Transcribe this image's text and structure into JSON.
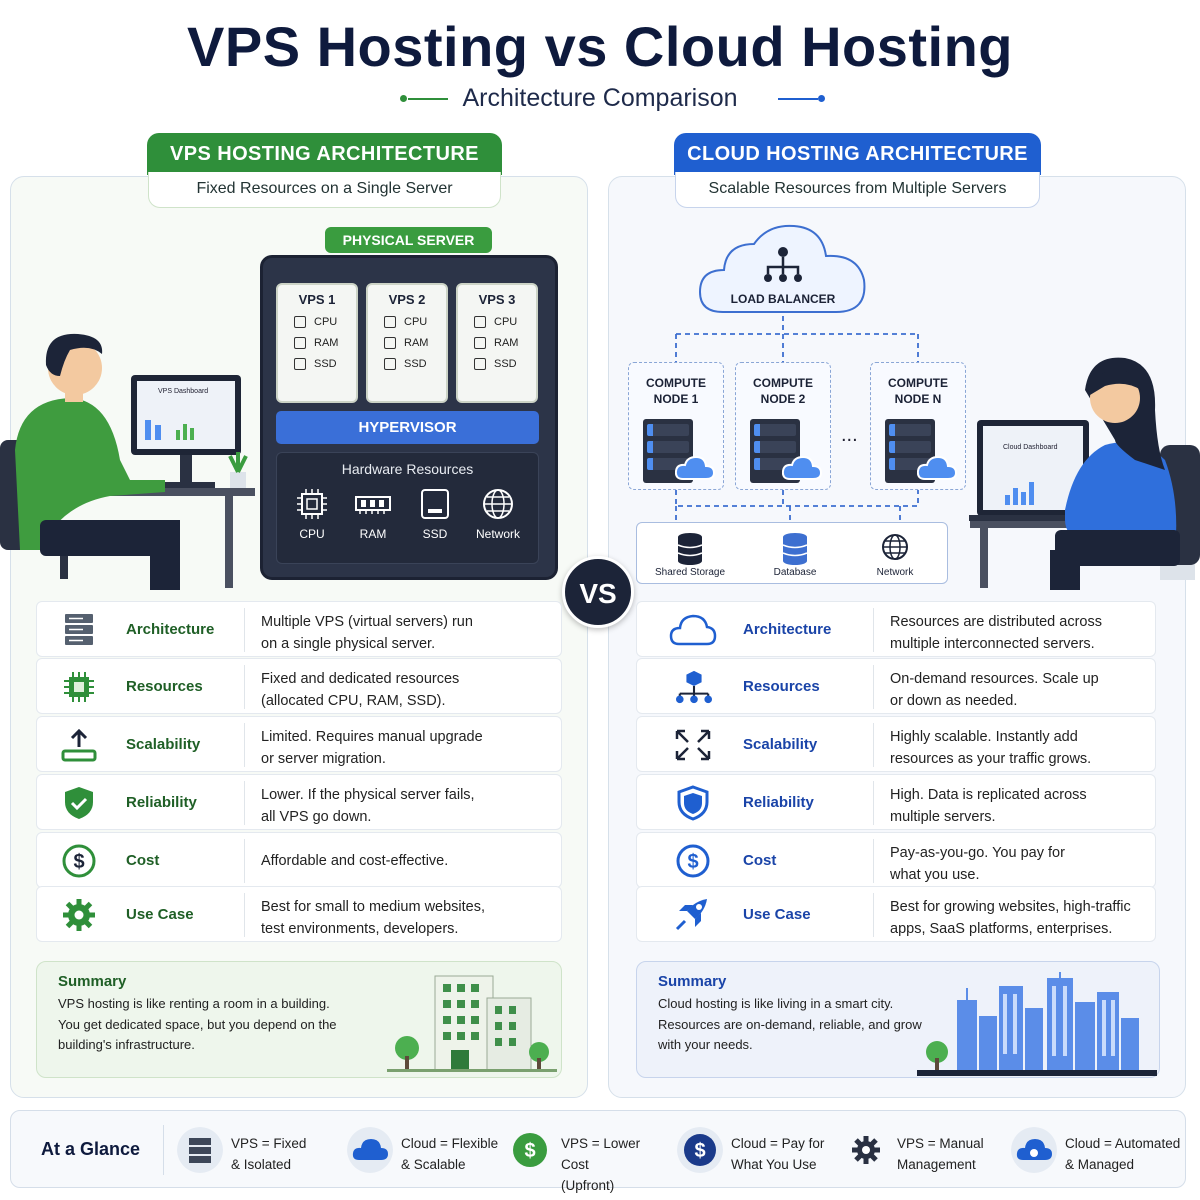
{
  "title": "VPS Hosting vs Cloud Hosting",
  "subtitle": "Architecture Comparison",
  "colors": {
    "green": "#2f8f3a",
    "blue": "#1f5fd0",
    "navy": "#0e1a3d"
  },
  "vps": {
    "header": "VPS HOSTING ARCHITECTURE",
    "subheader": "Fixed Resources on a Single Server",
    "server_label": "PHYSICAL SERVER",
    "vps_boxes": [
      {
        "name": "VPS 1",
        "items": [
          "CPU",
          "RAM",
          "SSD"
        ]
      },
      {
        "name": "VPS 2",
        "items": [
          "CPU",
          "RAM",
          "SSD"
        ]
      },
      {
        "name": "VPS 3",
        "items": [
          "CPU",
          "RAM",
          "SSD"
        ]
      }
    ],
    "hypervisor": "HYPERVISOR",
    "hardware_title": "Hardware Resources",
    "hardware": [
      "CPU",
      "RAM",
      "SSD",
      "Network"
    ],
    "dashboard_label": "VPS Dashboard",
    "rows": [
      {
        "icon": "server-icon",
        "label": "Architecture",
        "desc1": "Multiple VPS (virtual servers) run",
        "desc2": "on a single physical server."
      },
      {
        "icon": "chip-icon",
        "label": "Resources",
        "desc1": "Fixed and dedicated resources",
        "desc2": "(allocated CPU, RAM, SSD)."
      },
      {
        "icon": "upload-icon",
        "label": "Scalability",
        "desc1": "Limited. Requires manual upgrade",
        "desc2": "or server migration."
      },
      {
        "icon": "shield-icon",
        "label": "Reliability",
        "desc1": "Lower. If the physical server fails,",
        "desc2": "all VPS go down."
      },
      {
        "icon": "dollar-icon",
        "label": "Cost",
        "desc1": "Affordable and cost-effective.",
        "desc2": ""
      },
      {
        "icon": "gear-icon",
        "label": "Use Case",
        "desc1": "Best for small to medium websites,",
        "desc2": "test environments, developers."
      }
    ],
    "summary_title": "Summary",
    "summary_lines": [
      "VPS hosting is like renting a room in a building.",
      "You get dedicated space, but you depend on the",
      "building's infrastructure."
    ]
  },
  "cloud": {
    "header": "CLOUD HOSTING ARCHITECTURE",
    "subheader": "Scalable Resources from Multiple Servers",
    "load_balancer": "LOAD BALANCER",
    "nodes": [
      {
        "line1": "COMPUTE",
        "line2": "NODE 1"
      },
      {
        "line1": "COMPUTE",
        "line2": "NODE 2"
      },
      {
        "line1": "COMPUTE",
        "line2": "NODE N"
      }
    ],
    "ellipsis": "...",
    "storage": [
      "Shared Storage",
      "Database",
      "Network"
    ],
    "dashboard_label": "Cloud Dashboard",
    "rows": [
      {
        "icon": "cloud-icon",
        "label": "Architecture",
        "desc1": "Resources are distributed across",
        "desc2": "multiple interconnected servers."
      },
      {
        "icon": "network-cube-icon",
        "label": "Resources",
        "desc1": "On-demand resources. Scale up",
        "desc2": "or down as needed."
      },
      {
        "icon": "expand-icon",
        "label": "Scalability",
        "desc1": "Highly scalable. Instantly add",
        "desc2": "resources as your traffic grows."
      },
      {
        "icon": "shield-icon",
        "label": "Reliability",
        "desc1": "High. Data is replicated across",
        "desc2": "multiple servers."
      },
      {
        "icon": "dollar-icon",
        "label": "Cost",
        "desc1": "Pay-as-you-go. You pay for",
        "desc2": "what you use."
      },
      {
        "icon": "rocket-icon",
        "label": "Use Case",
        "desc1": "Best for growing websites, high-traffic",
        "desc2": "apps, SaaS platforms, enterprises."
      }
    ],
    "summary_title": "Summary",
    "summary_lines": [
      "Cloud hosting is like living in a smart city.",
      "Resources are on-demand, reliable, and grow",
      "with your needs."
    ]
  },
  "vs_label": "VS",
  "glance": {
    "title": "At a Glance",
    "items": [
      {
        "icon": "server-icon",
        "l1": "VPS = Fixed",
        "l2": "& Isolated"
      },
      {
        "icon": "cloud-icon",
        "l1": "Cloud = Flexible",
        "l2": "& Scalable"
      },
      {
        "icon": "dollar-icon",
        "l1": "VPS = Lower Cost",
        "l2": "(Upfront)"
      },
      {
        "icon": "dollar-icon",
        "l1": "Cloud = Pay for",
        "l2": "What You Use"
      },
      {
        "icon": "gear-icon",
        "l1": "VPS = Manual",
        "l2": "Management"
      },
      {
        "icon": "cloud-gear-icon",
        "l1": "Cloud = Automated",
        "l2": "& Managed"
      }
    ]
  }
}
